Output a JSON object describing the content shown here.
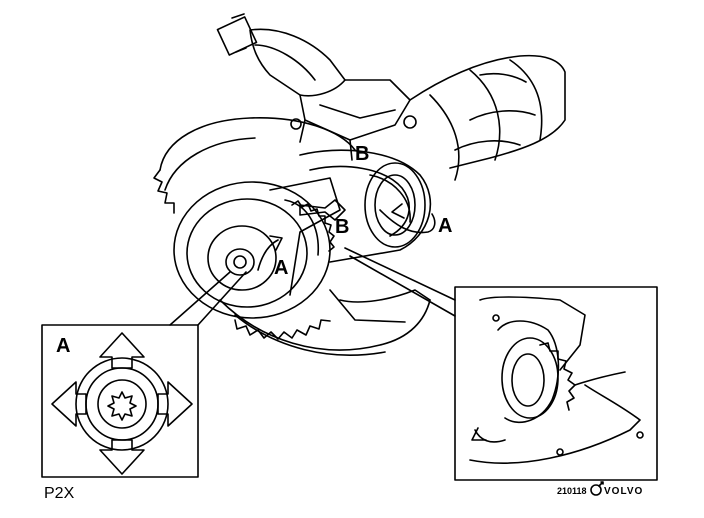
{
  "labels": {
    "b_top": "B",
    "b_mid": "B",
    "a_right": "A",
    "a_center": "A",
    "a_inset": "A"
  },
  "figure_code": "P2X",
  "reference_number": "210118",
  "brand": "VOLVO",
  "colors": {
    "ink": "#000000",
    "paper": "#ffffff"
  },
  "icons": [
    "volvo-logo-icon",
    "rotation-arrow-icon",
    "direction-arrow-icon"
  ]
}
